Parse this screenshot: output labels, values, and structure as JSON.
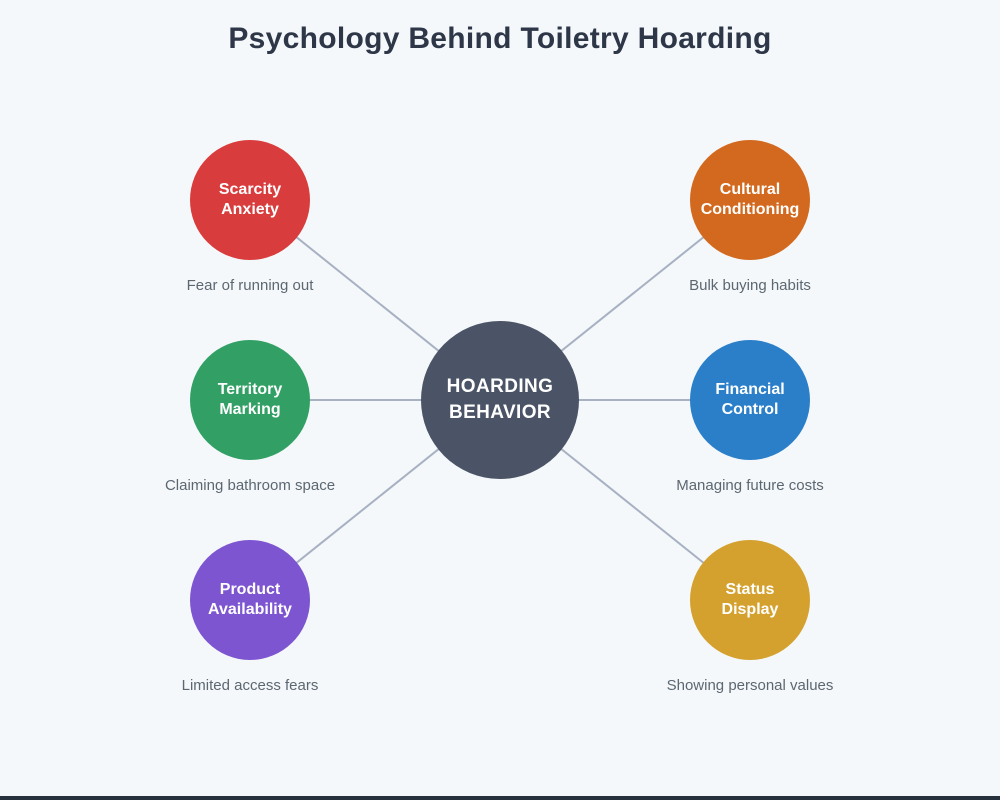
{
  "title": "Psychology Behind Toiletry Hoarding",
  "center": {
    "label": "HOARDING BEHAVIOR",
    "color": "#4a5466",
    "text_color": "#ffffff"
  },
  "nodes": [
    {
      "label": "Scarcity Anxiety",
      "caption": "Fear of running out",
      "color": "#d93c3c"
    },
    {
      "label": "Cultural Conditioning",
      "caption": "Bulk buying habits",
      "color": "#d2691e"
    },
    {
      "label": "Territory Marking",
      "caption": "Claiming bathroom space",
      "color": "#32a065"
    },
    {
      "label": "Financial Control",
      "caption": "Managing future costs",
      "color": "#2b7fc9"
    },
    {
      "label": "Product Availability",
      "caption": "Limited access fears",
      "color": "#7d55d0"
    },
    {
      "label": "Status Display",
      "caption": "Showing personal values",
      "color": "#d4a12e"
    }
  ],
  "colors": {
    "background": "#f5f8fa",
    "connector": "#a7b1c2",
    "title_text": "#2d3748",
    "caption_text": "#5c6772",
    "bottom_bar": "#27303d"
  }
}
